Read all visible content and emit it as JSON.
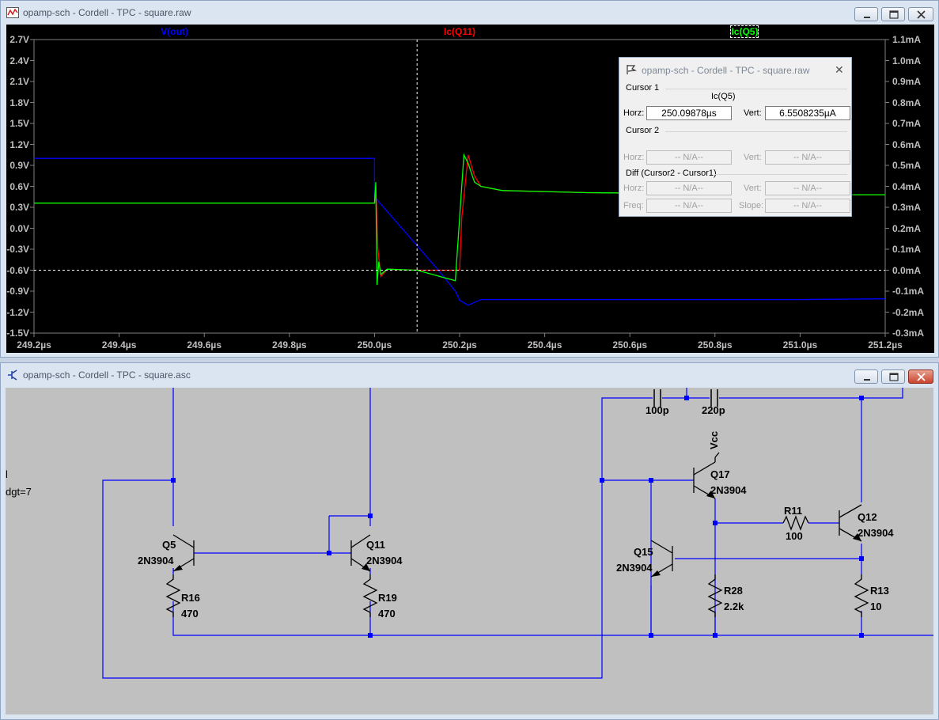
{
  "waveform_window": {
    "title": "opamp-sch - Cordell - TPC - square.raw",
    "icon": "waveform-app-icon",
    "buttons": {
      "minimize": "minimize-icon",
      "maximize": "maximize-icon",
      "close": "close-icon"
    }
  },
  "chart_data": {
    "type": "line",
    "x_ticks": [
      "249.2µs",
      "249.4µs",
      "249.6µs",
      "249.8µs",
      "250.0µs",
      "250.2µs",
      "250.4µs",
      "250.6µs",
      "250.8µs",
      "251.0µs",
      "251.2µs"
    ],
    "y_left_ticks": [
      "2.7V",
      "2.4V",
      "2.1V",
      "1.8V",
      "1.5V",
      "1.2V",
      "0.9V",
      "0.6V",
      "0.3V",
      "0.0V",
      "-0.3V",
      "-0.6V",
      "-0.9V",
      "-1.2V",
      "-1.5V"
    ],
    "y_right_ticks": [
      "1.1mA",
      "1.0mA",
      "0.9mA",
      "0.8mA",
      "0.7mA",
      "0.6mA",
      "0.5mA",
      "0.4mA",
      "0.3mA",
      "0.2mA",
      "0.1mA",
      "0.0mA",
      "-0.1mA",
      "-0.2mA",
      "-0.3mA"
    ],
    "xlim_us": [
      249.2,
      251.2
    ],
    "ylim_left_V": [
      -1.5,
      2.7
    ],
    "ylim_right_mA": [
      -0.3,
      1.1
    ],
    "cursor_x_us": 250.1,
    "cursor_y_mA": 0.0,
    "series": [
      {
        "name": "V(out)",
        "color": "#0000ff",
        "axis": "left",
        "x": [
          249.2,
          250.0,
          250.0,
          250.05,
          250.1,
          250.15,
          250.19,
          250.2,
          250.22,
          250.25,
          250.3,
          250.5,
          251.0,
          251.2
        ],
        "y": [
          1.0,
          1.0,
          0.45,
          0.1,
          -0.25,
          -0.6,
          -0.9,
          -1.03,
          -1.1,
          -1.02,
          -1.02,
          -1.02,
          -1.02,
          -1.01
        ]
      },
      {
        "name": "Ic(Q11)",
        "color": "#ff0000",
        "axis": "right",
        "x": [
          249.2,
          250.0,
          250.003,
          250.008,
          250.015,
          250.03,
          250.1,
          250.2,
          250.205,
          250.22,
          250.235,
          250.25,
          250.3,
          250.5,
          251.0,
          251.2
        ],
        "y": [
          0.32,
          0.32,
          0.4,
          0.1,
          -0.03,
          0.005,
          0.0,
          0.0,
          0.25,
          0.55,
          0.45,
          0.4,
          0.38,
          0.37,
          0.36,
          0.36
        ]
      },
      {
        "name": "Ic(Q5)",
        "color": "#00ff00",
        "axis": "right",
        "x": [
          249.2,
          250.0,
          250.003,
          250.006,
          250.01,
          250.015,
          250.03,
          250.1,
          250.19,
          250.21,
          250.22,
          250.235,
          250.25,
          250.3,
          250.5,
          251.0,
          251.2
        ],
        "y": [
          0.32,
          0.32,
          0.42,
          -0.07,
          0.04,
          -0.02,
          0.005,
          0.0,
          -0.05,
          0.55,
          0.51,
          0.42,
          0.4,
          0.38,
          0.37,
          0.36,
          0.36
        ]
      }
    ]
  },
  "cursor_dialog": {
    "title": "opamp-sch - Cordell - TPC - square.raw",
    "cursor1_label": "Cursor 1",
    "cursor1_trace": "Ic(Q5)",
    "horz_label": "Horz:",
    "vert_label": "Vert:",
    "cursor1_horz": "250.09878µs",
    "cursor1_vert": "6.5508235µA",
    "cursor2_label": "Cursor 2",
    "na": "-- N/A--",
    "diff_label": "Diff (Cursor2 - Cursor1)",
    "freq_label": "Freq:",
    "slope_label": "Slope:"
  },
  "schematic_window": {
    "title": "opamp-sch - Cordell - TPC - square.asc",
    "icon": "schematic-app-icon",
    "partial_text_1": "l",
    "partial_text_2": "dgt=7",
    "components": {
      "c1_value": "100p",
      "c2_value": "220p",
      "vcc_label": "Vcc",
      "q17_name": "Q17",
      "q17_model": "2N3904",
      "r11_name": "R11",
      "r11_value": "100",
      "q12_name": "Q12",
      "q12_model": "2N3904",
      "q15_name": "Q15",
      "q15_model": "2N3904",
      "r28_name": "R28",
      "r28_value": "2.2k",
      "r13_name": "R13",
      "r13_value": "10",
      "q5_name": "Q5",
      "q5_model": "2N3904",
      "q11_name": "Q11",
      "q11_model": "2N3904",
      "r16_name": "R16",
      "r16_value": "470",
      "r19_name": "R19",
      "r19_value": "470"
    }
  }
}
